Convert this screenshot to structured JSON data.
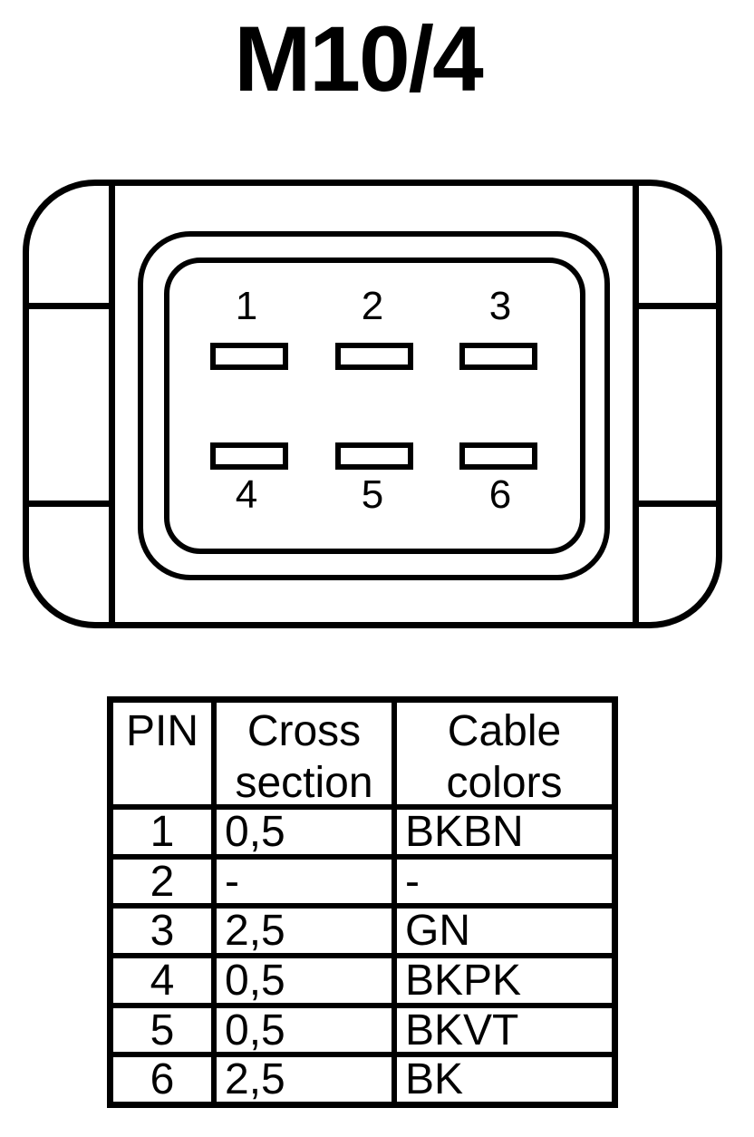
{
  "title": "M10/4",
  "colors": {
    "line": "#000000",
    "background": "#ffffff"
  },
  "connector": {
    "pin_labels": [
      "1",
      "2",
      "3",
      "4",
      "5",
      "6"
    ]
  },
  "table": {
    "headers": [
      "PIN",
      "Cross section",
      "Cable colors"
    ],
    "rows": [
      [
        "1",
        "0,5",
        "BKBN"
      ],
      [
        "2",
        "-",
        "-"
      ],
      [
        "3",
        "2,5",
        "GN"
      ],
      [
        "4",
        "0,5",
        "BKPK"
      ],
      [
        "5",
        "0,5",
        "BKVT"
      ],
      [
        "6",
        "2,5",
        "BK"
      ]
    ]
  }
}
